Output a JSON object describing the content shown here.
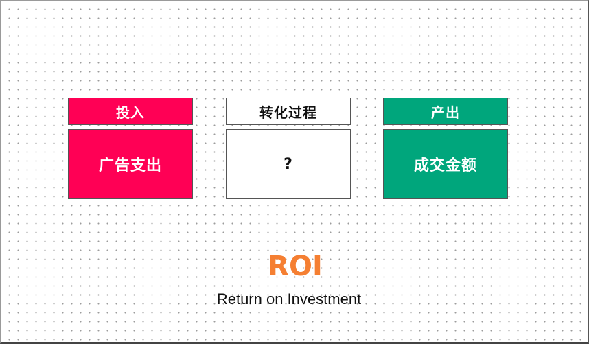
{
  "colors": {
    "input": "#ff0055",
    "output": "#00a67c",
    "roi": "#f57f32",
    "grid_dots": "#9c9c9c"
  },
  "diagram": {
    "input": {
      "header": "投入",
      "body": "广告支出"
    },
    "process": {
      "header": "转化过程",
      "body": "?"
    },
    "output": {
      "header": "产出",
      "body": "成交金额"
    }
  },
  "roi": {
    "title": "ROI",
    "subtitle": "Return on Investment"
  }
}
